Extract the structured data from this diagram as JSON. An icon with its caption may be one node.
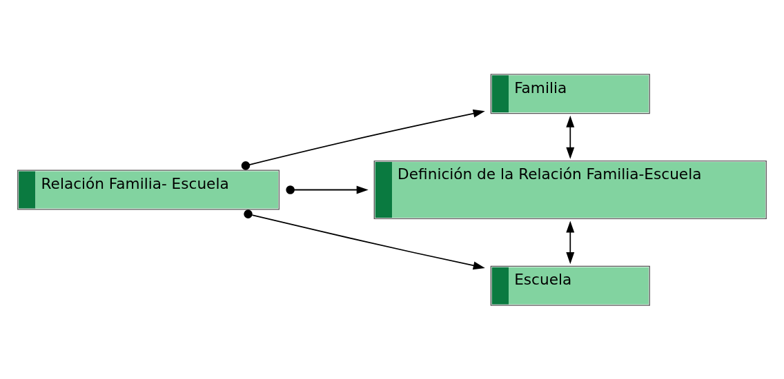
{
  "diagram": {
    "nodes": [
      {
        "text": [
          "Relación Familia- Escuela"
        ]
      },
      {
        "text": [
          "Familia"
        ]
      },
      {
        "text": [
          "Definición de la Relación Familia-Escuela"
        ]
      },
      {
        "text": [
          "Escuela"
        ]
      }
    ],
    "edges": [
      {
        "from": 0,
        "to": 1,
        "arrow": "to"
      },
      {
        "from": 0,
        "to": 2,
        "arrow": "to"
      },
      {
        "from": 0,
        "to": 3,
        "arrow": "to"
      },
      {
        "from": 1,
        "to": 2,
        "arrow": "both"
      },
      {
        "from": 2,
        "to": 3,
        "arrow": "both"
      }
    ]
  }
}
